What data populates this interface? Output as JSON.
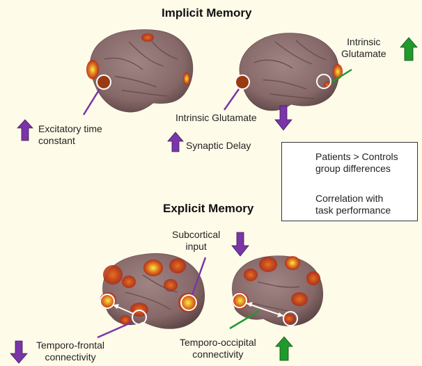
{
  "implicit": {
    "title": "Implicit Memory",
    "labels": {
      "excitatory": "Excitatory time\nconstant",
      "intrinsic_glu_left": "Intrinsic Glutamate",
      "synaptic_delay": "Synaptic Delay",
      "intrinsic_glu_right": "Intrinsic\nGlutamate"
    }
  },
  "explicit": {
    "title": "Explicit Memory",
    "labels": {
      "subcortical": "Subcortical\ninput",
      "temporo_frontal": "Temporo-frontal\nconnectivity",
      "temporo_occipital": "Temporo-occipital\nconnectivity"
    }
  },
  "legend": {
    "patients": "Patients > Controls\ngroup differences",
    "correlation": "Correlation with\ntask performance"
  },
  "colors": {
    "background": "#fffbe9",
    "brain": "#8a6a6a",
    "purple_arrow": "#7a35a8",
    "green_arrow": "#1f9a2c",
    "activation_red": "#c8321a",
    "activation_yellow": "#e8e040"
  }
}
